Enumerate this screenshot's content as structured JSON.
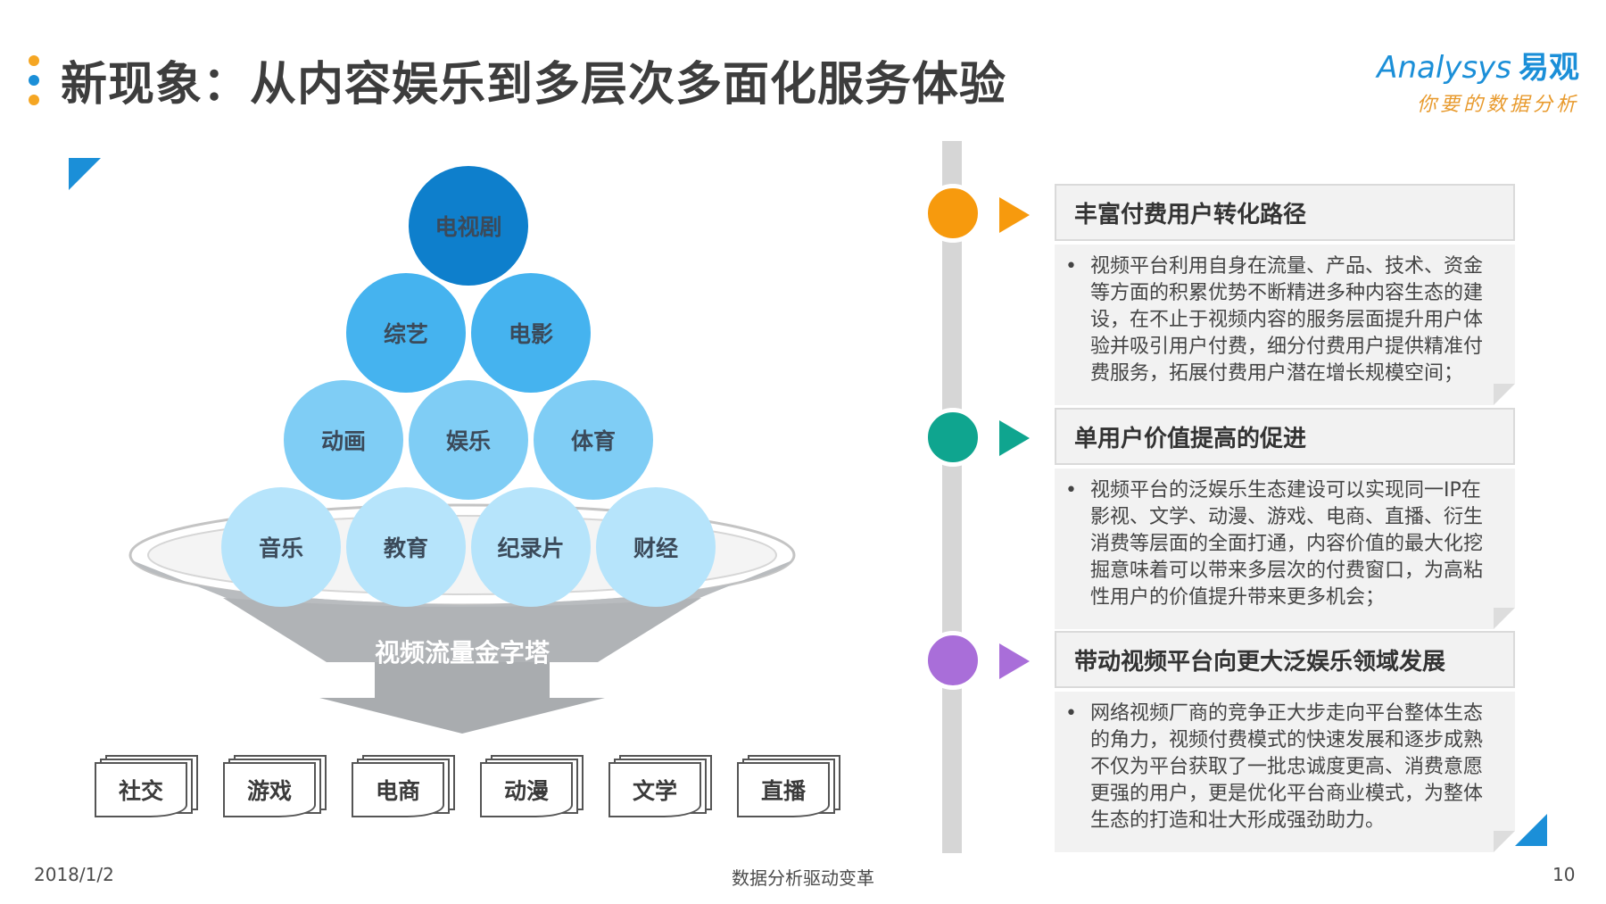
{
  "slide": {
    "title": "新现象：从内容娱乐到多层次多面化服务体验",
    "dot_colors": [
      "#f5a623",
      "#1b8fd8",
      "#f5a623"
    ]
  },
  "logo": {
    "main": "Analysys",
    "cn": "易观",
    "tagline": "你要的数据分析"
  },
  "pyramid": {
    "row1": [
      "电视剧"
    ],
    "row2": [
      "综艺",
      "电影"
    ],
    "row3": [
      "动画",
      "娱乐",
      "体育"
    ],
    "row4": [
      "音乐",
      "教育",
      "纪录片",
      "财经"
    ],
    "funnel_label": "视频流量金字塔",
    "colors": {
      "row1": "#0e7fcc",
      "row2": "#45b3ef",
      "row3": "#7fcdf5",
      "row4": "#b6e4fb"
    }
  },
  "outputs": [
    "社交",
    "游戏",
    "电商",
    "动漫",
    "文学",
    "直播"
  ],
  "timeline": {
    "items": [
      {
        "color": "#f79a0d",
        "heading": "丰富付费用户转化路径",
        "lines": [
          "视频平台利用自身在流量、产品、技术、资金",
          "等方面的积累优势不断精进多种内容生态的建",
          "设，在不止于视频内容的服务层面提升用户体",
          "验并吸引用户付费，细分付费用户提供精准付",
          "费服务，拓展付费用户潜在增长规模空间；"
        ]
      },
      {
        "color": "#0fa58f",
        "heading": "单用户价值提高的促进",
        "lines": [
          "视频平台的泛娱乐生态建设可以实现同一IP在",
          "影视、文学、动漫、游戏、电商、直播、衍生",
          "消费等层面的全面打通，内容价值的最大化挖",
          "掘意味着可以带来多层次的付费窗口，为高粘",
          "性用户的价值提升带来更多机会；"
        ]
      },
      {
        "color": "#a96ed9",
        "heading": "带动视频平台向更大泛娱乐领域发展",
        "lines": [
          "网络视频厂商的竞争正大步走向平台整体生态",
          "的角力，视频付费模式的快速发展和逐步成熟",
          "不仅为平台获取了一批忠诚度更高、消费意愿",
          "更强的用户，更是优化平台商业模式，为整体",
          "生态的打造和壮大形成强劲助力。"
        ]
      }
    ]
  },
  "footer": {
    "date": "2018/1/2",
    "center": "数据分析驱动变革",
    "page": "10"
  }
}
